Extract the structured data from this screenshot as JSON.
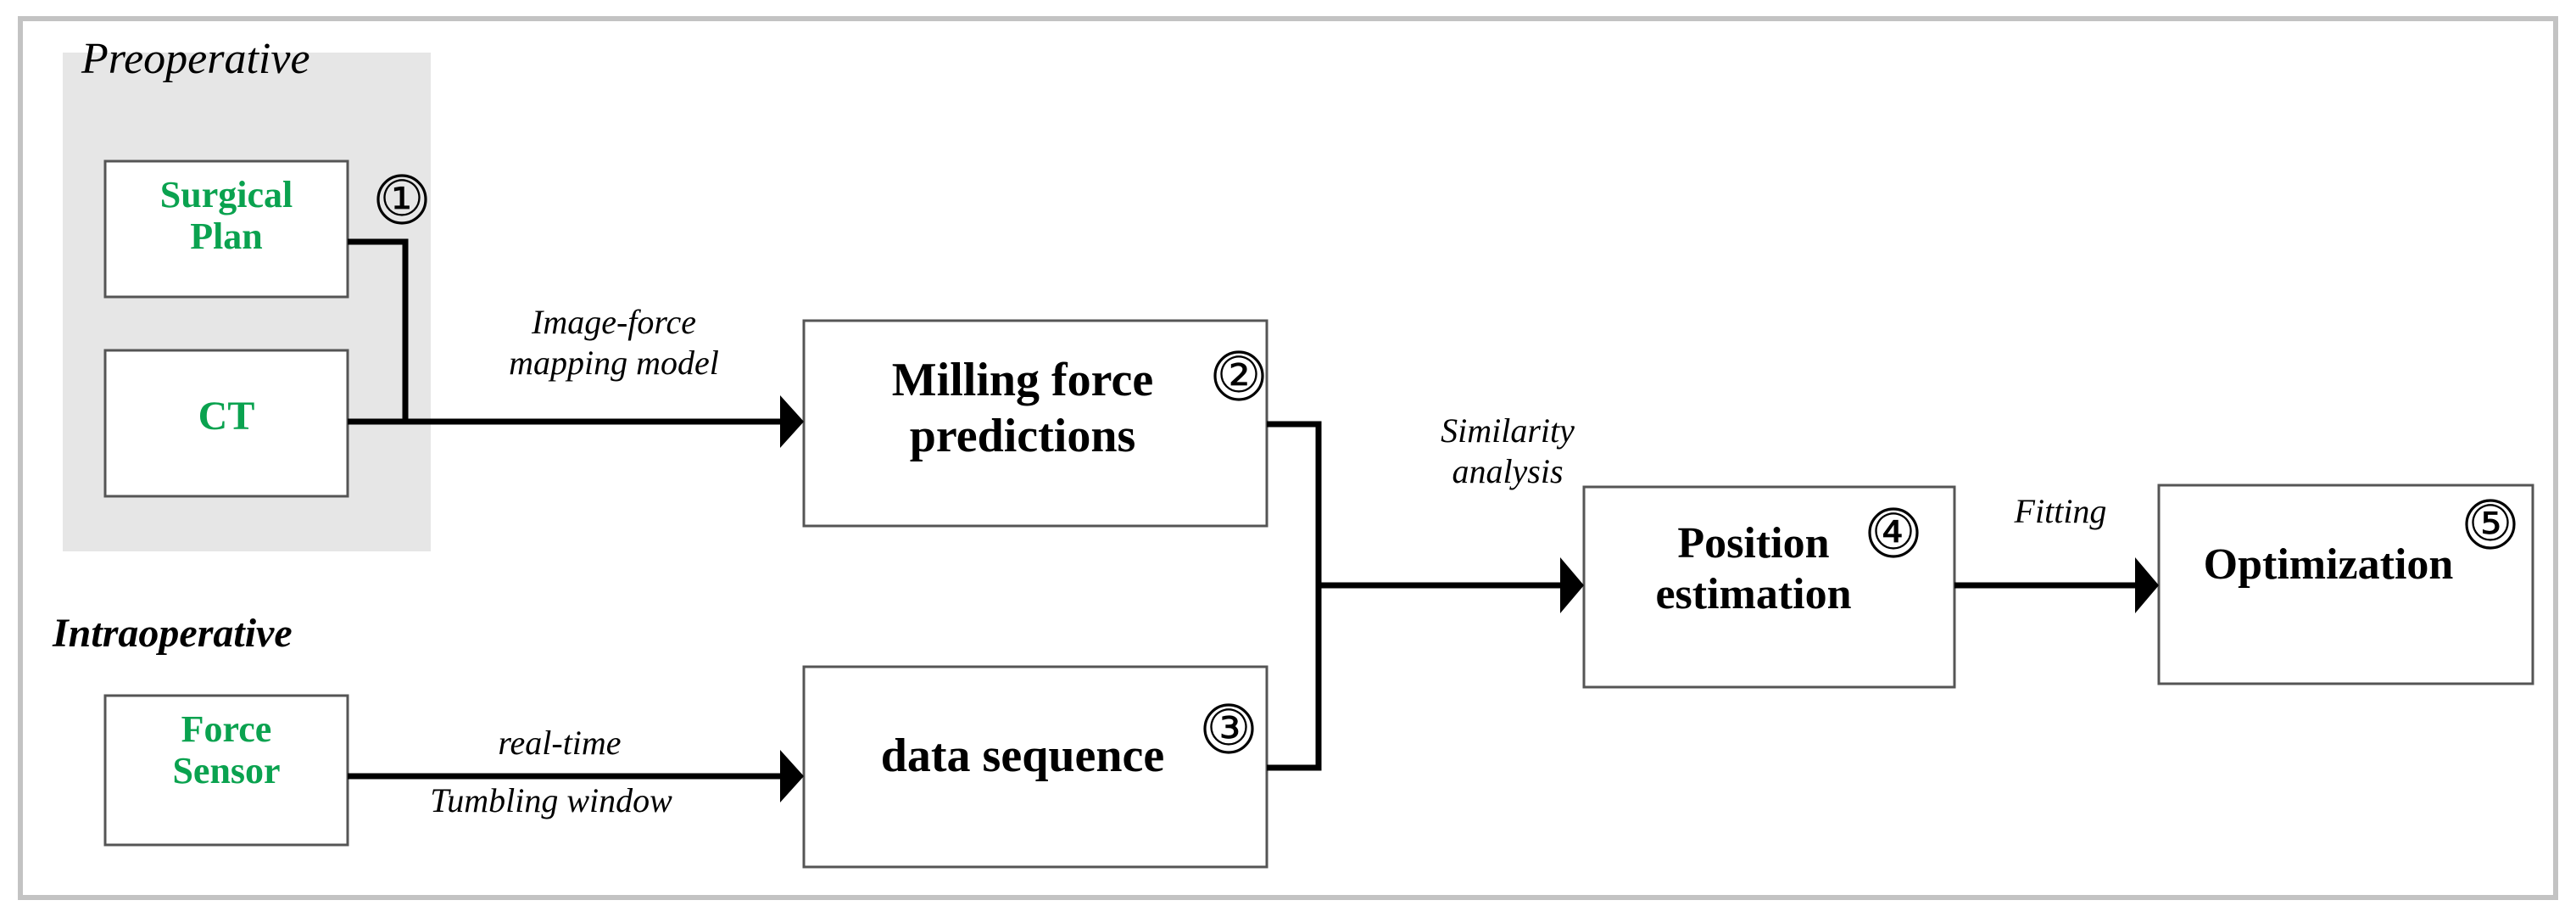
{
  "diagram": {
    "title_group_preop": "Preoperative",
    "title_group_intraop": "Intraoperative",
    "accent_green": "#0aa24f",
    "panel_gray": "#e6e6e6",
    "border_gray": "#c3c3c3",
    "line_black": "#000000"
  },
  "nodes": {
    "surgical_plan": {
      "label": "Surgical\nPlan",
      "badge": "①"
    },
    "ct": {
      "label": "CT",
      "badge": ""
    },
    "force_sensor": {
      "label": "Force\nSensor",
      "badge": ""
    },
    "milling_force": {
      "label": "Milling force\npredictions",
      "badge": "②"
    },
    "data_sequence": {
      "label": "data sequence",
      "badge": "③"
    },
    "position_estimation": {
      "label": "Position\nestimation",
      "badge": "④"
    },
    "optimization": {
      "label": "Optimization",
      "badge": "⑤"
    }
  },
  "edge_labels": {
    "image_force_mapping": "Image-force\nmapping model",
    "realtime": "real-time",
    "tumbling_window": "Tumbling window",
    "similarity_analysis": "Similarity\nanalysis",
    "fitting": "Fitting"
  },
  "badges": {
    "one": "①",
    "two": "②",
    "three": "③",
    "four": "④",
    "five": "⑤"
  }
}
